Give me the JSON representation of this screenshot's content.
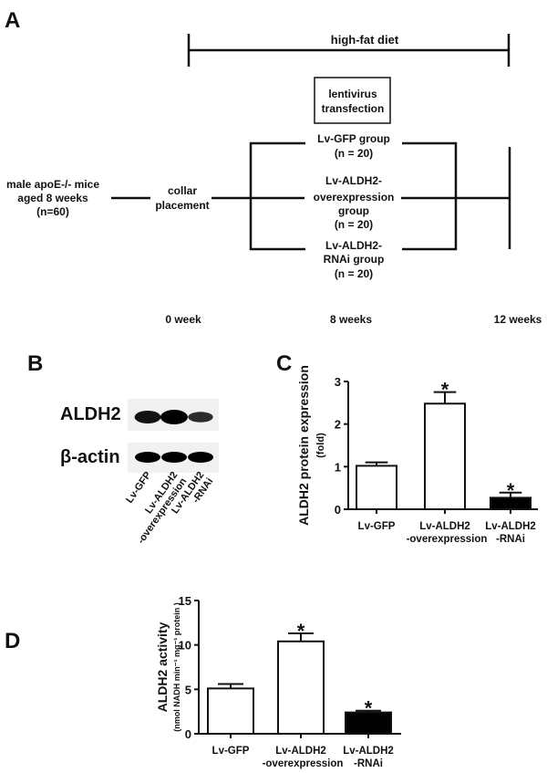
{
  "panels": {
    "a": "A",
    "b": "B",
    "c": "C",
    "d": "D"
  },
  "diagram": {
    "diet": "high-fat diet",
    "start": [
      "male apoE-/- mice",
      "aged 8 weeks",
      "(n=60)"
    ],
    "collar": [
      "collar",
      "placement"
    ],
    "transfection": [
      "lentivirus",
      "transfection"
    ],
    "group_gfp": [
      "Lv-GFP group",
      "(n = 20)"
    ],
    "group_over": [
      "Lv-ALDH2-",
      "overexpression",
      "group",
      "(n = 20)"
    ],
    "group_rnai": [
      "Lv-ALDH2-",
      "RNAi group",
      "(n = 20)"
    ],
    "timepoints": [
      "0 week",
      "8 weeks",
      "12 weeks"
    ]
  },
  "blot": {
    "rows": [
      "ALDH2",
      "β-actin"
    ],
    "lanes": [
      [
        "Lv-GFP"
      ],
      [
        "Lv-ALDH2",
        "-overexpression"
      ],
      [
        "Lv-ALDH2",
        "-RNAi"
      ]
    ],
    "aldh2_intensity": [
      0.8,
      1.0,
      0.55
    ],
    "actin_intensity": [
      0.9,
      0.9,
      0.9
    ]
  },
  "chart_data": [
    {
      "type": "bar",
      "panel": "C",
      "ylabel": "ALDH2 protein expression",
      "ylabel_unit": "(fold)",
      "categories": [
        [
          "Lv-GFP"
        ],
        [
          "Lv-ALDH2",
          "-overexpression"
        ],
        [
          "Lv-ALDH2",
          "-RNAi"
        ]
      ],
      "values": [
        1.02,
        2.48,
        0.27
      ],
      "errors": [
        0.08,
        0.27,
        0.12
      ],
      "significant": [
        false,
        true,
        true
      ],
      "fill": [
        "#ffffff",
        "#ffffff",
        "#000000"
      ],
      "ylim": [
        0,
        3
      ],
      "yticks": [
        "0",
        "1",
        "2",
        "3"
      ],
      "sig_marker": "*"
    },
    {
      "type": "bar",
      "panel": "D",
      "ylabel": "ALDH2 activity",
      "ylabel_unit": "(nmol NADH min⁻¹ mg⁻¹ protein )",
      "categories": [
        [
          "Lv-GFP"
        ],
        [
          "Lv-ALDH2",
          "-overexpression"
        ],
        [
          "Lv-ALDH2",
          "-RNAi"
        ]
      ],
      "values": [
        5.1,
        10.4,
        2.4
      ],
      "errors": [
        0.5,
        0.9,
        0.2
      ],
      "significant": [
        false,
        true,
        true
      ],
      "fill": [
        "#ffffff",
        "#ffffff",
        "#000000"
      ],
      "ylim": [
        0,
        15
      ],
      "yticks": [
        "0",
        "5",
        "10",
        "15"
      ],
      "sig_marker": "*"
    }
  ]
}
